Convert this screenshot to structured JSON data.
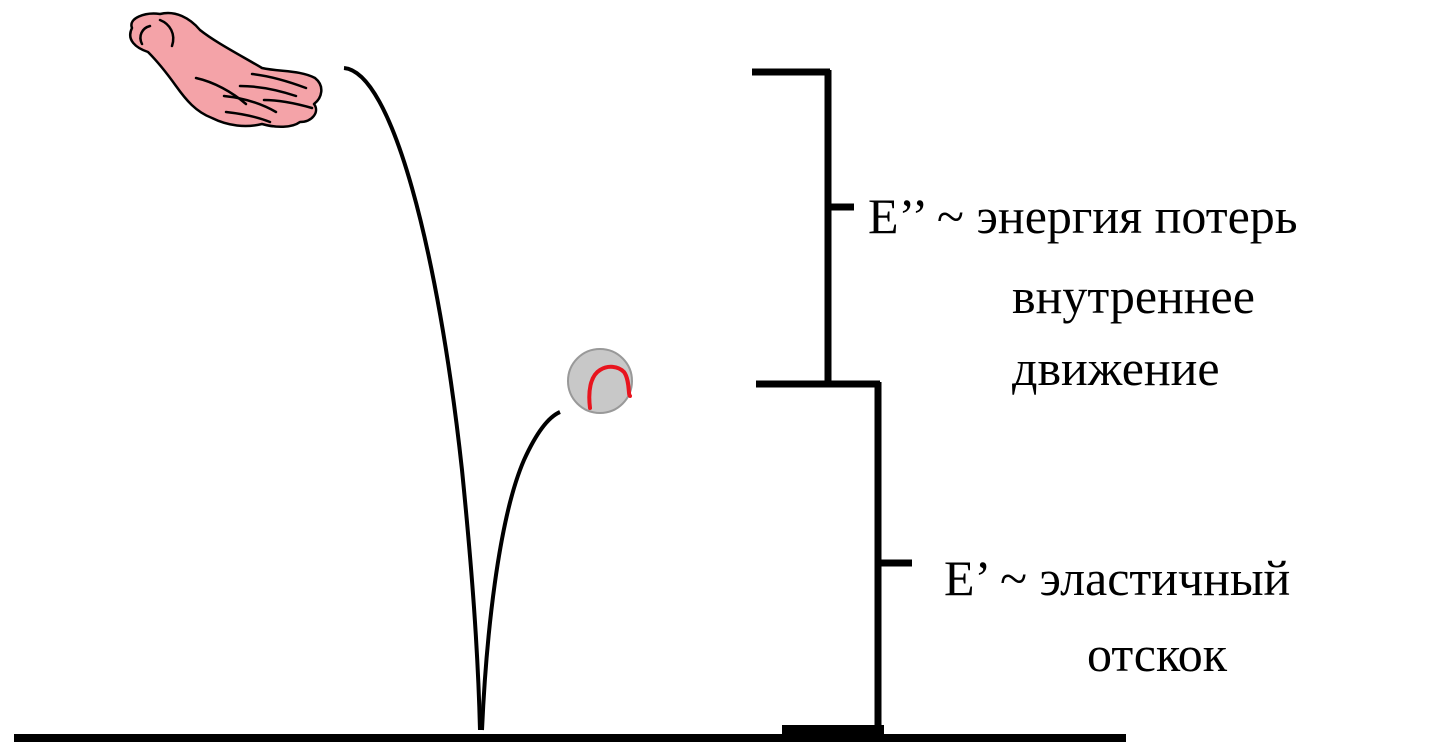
{
  "labels": {
    "loss_line1": "E’’ ~ энергия потерь",
    "loss_line2": "внутреннее",
    "loss_line3": "движение",
    "elastic_line1": "E’ ~ эластичный",
    "elastic_line2": "отскок"
  },
  "colors": {
    "ink": "#000000",
    "hand_fill": "#f4a3a8",
    "ball_fill": "#c8c8c8",
    "ball_seam": "#e8141e"
  },
  "icons": {
    "hand": "open-hand-icon",
    "ball": "ball-icon"
  }
}
